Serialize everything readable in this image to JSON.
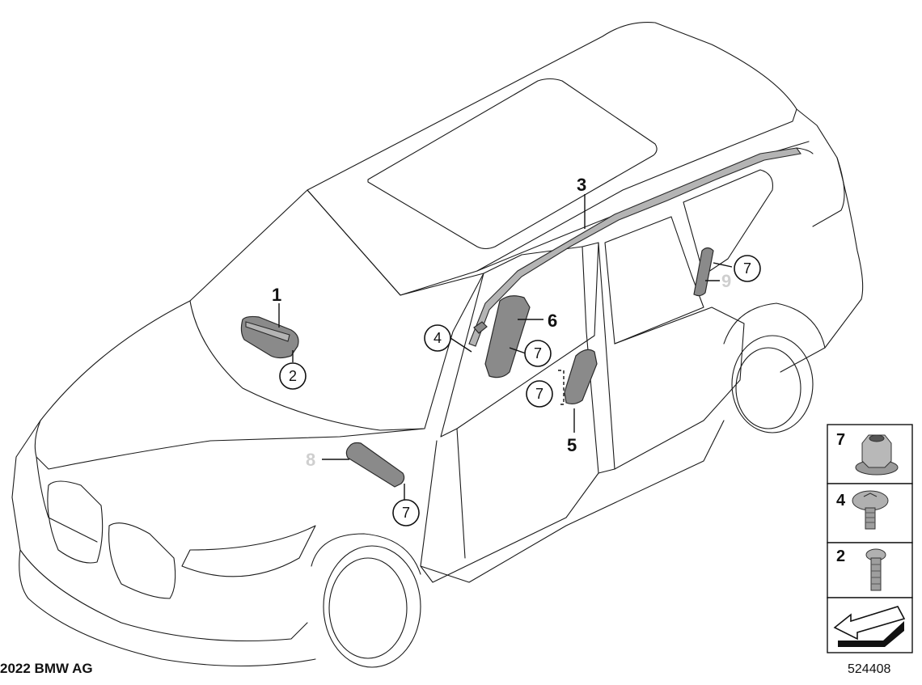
{
  "callouts": {
    "c1": "1",
    "c2": "2",
    "c3": "3",
    "c4": "4",
    "c5": "5",
    "c6": "6",
    "c7": "7",
    "c8": "8",
    "c9": "9"
  },
  "legend": {
    "nut": "7",
    "bolt_large": "4",
    "bolt_small": "2"
  },
  "footer": {
    "copyright": "2022 BMW AG",
    "diagram_id": "524408"
  }
}
